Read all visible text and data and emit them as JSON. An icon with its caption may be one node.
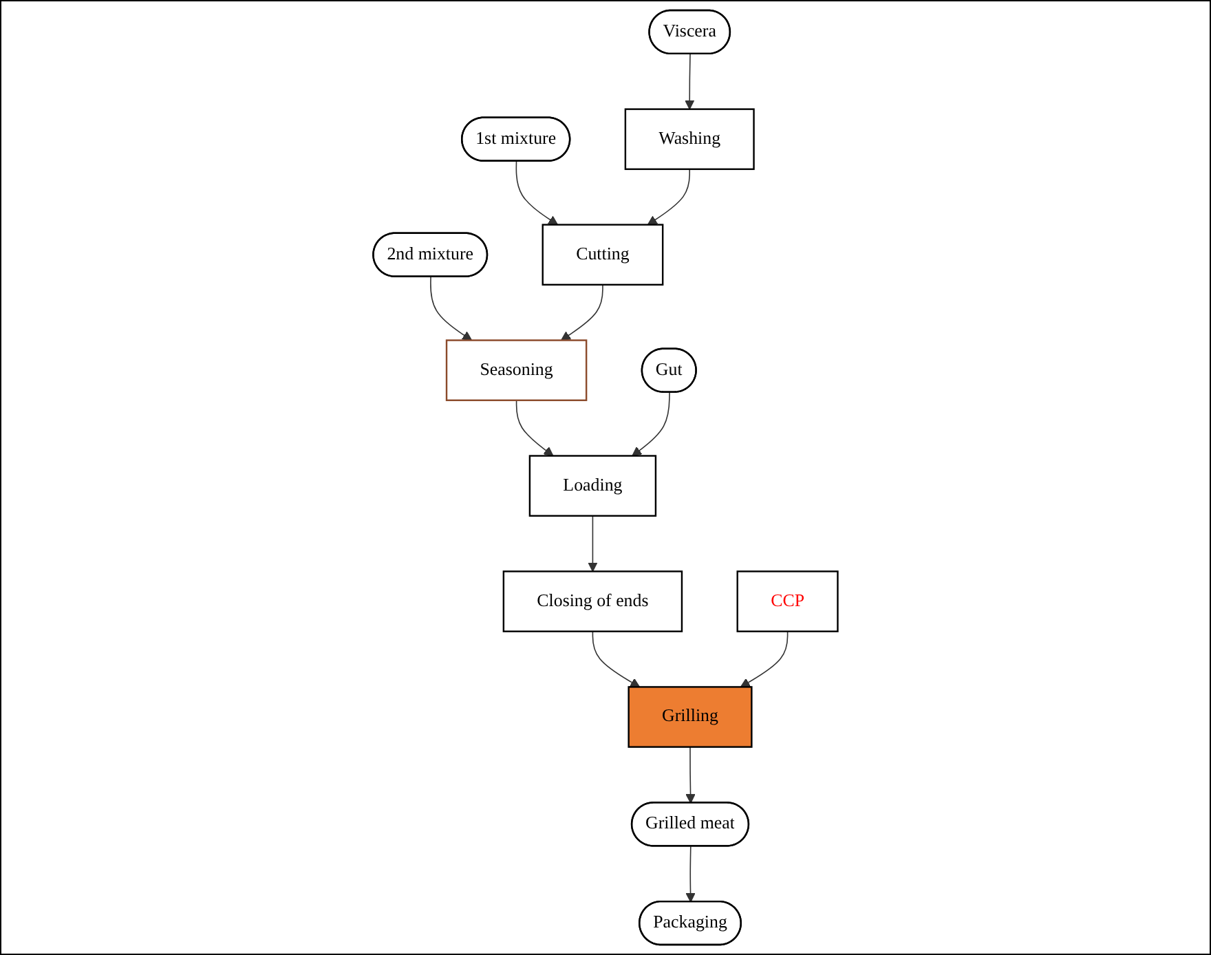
{
  "diagram": {
    "nodes": [
      {
        "text": [
          "Viscera"
        ]
      },
      {
        "text": [
          "Washing"
        ]
      },
      {
        "text": [
          "1st mixture"
        ]
      },
      {
        "text": [
          "Cutting"
        ]
      },
      {
        "text": [
          "2nd mixture"
        ]
      },
      {
        "text": [
          "Seasoning"
        ]
      },
      {
        "text": [
          "Gut"
        ]
      },
      {
        "text": [
          "Loading"
        ]
      },
      {
        "text": [
          "Closing of ends"
        ]
      },
      {
        "text": [
          "CCP"
        ]
      },
      {
        "text": [
          "Grilling"
        ]
      },
      {
        "text": [
          "Grilled meat"
        ]
      },
      {
        "text": [
          "Packaging"
        ]
      }
    ],
    "edges": [
      {
        "from": 0,
        "to": 1,
        "arrow": "to"
      },
      {
        "from": 2,
        "to": 3,
        "arrow": "to"
      },
      {
        "from": 1,
        "to": 3,
        "arrow": "to"
      },
      {
        "from": 4,
        "to": 5,
        "arrow": "to"
      },
      {
        "from": 3,
        "to": 5,
        "arrow": "to"
      },
      {
        "from": 5,
        "to": 7,
        "arrow": "to"
      },
      {
        "from": 6,
        "to": 7,
        "arrow": "to"
      },
      {
        "from": 7,
        "to": 8,
        "arrow": "to"
      },
      {
        "from": 8,
        "to": 10,
        "arrow": "to"
      },
      {
        "from": 9,
        "to": 10,
        "arrow": "to"
      },
      {
        "from": 10,
        "to": 11,
        "arrow": "to"
      },
      {
        "from": 11,
        "to": 12,
        "arrow": "to"
      }
    ]
  }
}
